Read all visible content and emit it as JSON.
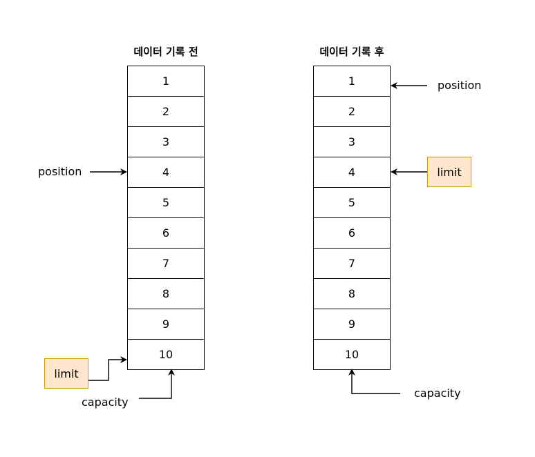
{
  "left": {
    "title": "데이터 기록 전",
    "cells": [
      "1",
      "2",
      "3",
      "4",
      "5",
      "6",
      "7",
      "8",
      "9",
      "10"
    ],
    "position_label": "position",
    "limit_label": "limit",
    "capacity_label": "capacity"
  },
  "right": {
    "title": "데이터 기록 후",
    "cells": [
      "1",
      "2",
      "3",
      "4",
      "5",
      "6",
      "7",
      "8",
      "9",
      "10"
    ],
    "position_label": "position",
    "limit_label": "limit",
    "capacity_label": "capacity"
  },
  "colors": {
    "limit_fill": "#ffe6cc",
    "limit_border": "#d79b00",
    "line": "#000000"
  }
}
